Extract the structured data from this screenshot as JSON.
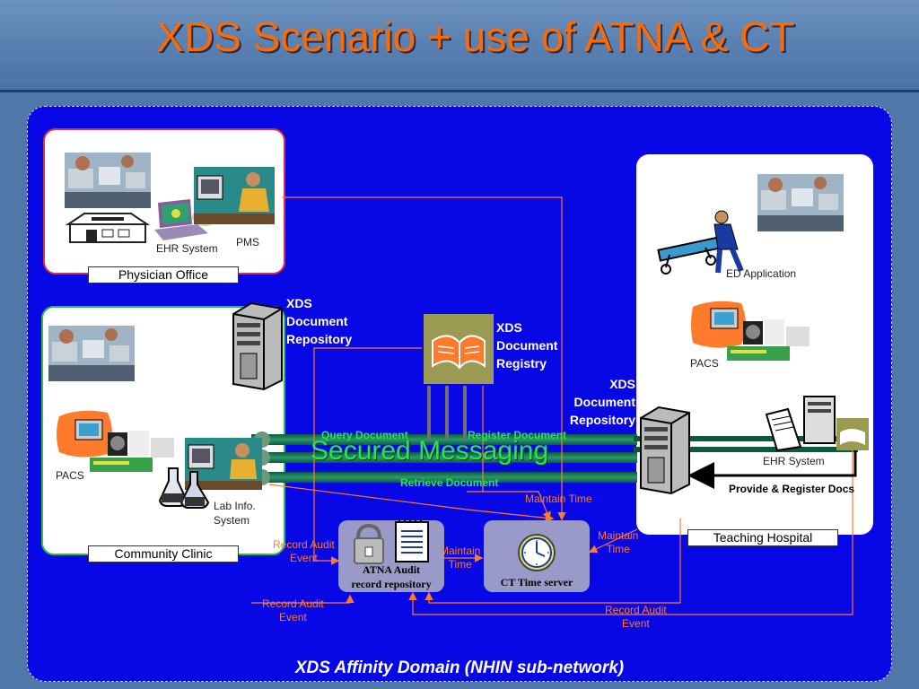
{
  "title": "XDS Scenario + use of ATNA & CT",
  "physician_office": {
    "label": "Physician Office",
    "ehr_label": "EHR System",
    "pms_label": "PMS"
  },
  "community_clinic": {
    "label": "Community Clinic",
    "pacs_label": "PACS",
    "lab_label_1": "Lab Info.",
    "lab_label_2": "System"
  },
  "teaching_hospital": {
    "label": "Teaching Hospital",
    "ed_label": "ED Application",
    "pacs_label": "PACS",
    "ehr_label": "EHR System"
  },
  "repository_left": {
    "line1": "XDS",
    "line2": "Document",
    "line3": "Repository"
  },
  "registry": {
    "line1": "XDS",
    "line2": "Document",
    "line3": "Registry"
  },
  "repository_right": {
    "line1": "XDS",
    "line2": "Document",
    "line3": "Repository"
  },
  "messaging": {
    "secured": "Secured Messaging",
    "query": "Query Document",
    "register": "Register Document",
    "retrieve": "Retrieve Document"
  },
  "provide_register": "Provide & Register Docs",
  "atna": {
    "line1": "ATNA Audit",
    "line2": "record repository"
  },
  "ct": {
    "label": "CT Time server"
  },
  "flows": {
    "maintain_time_top": "Maintain Time",
    "maintain_time_left_1": "Maintain",
    "maintain_time_left_2": "Time",
    "maintain_time_right_1": "Maintain",
    "maintain_time_right_2": "Time",
    "record_audit_a_1": "Record Audit",
    "record_audit_a_2": "Event",
    "record_audit_b_1": "Record Audit",
    "record_audit_b_2": "Event",
    "record_audit_c_1": "Record Audit",
    "record_audit_c_2": "Event"
  },
  "footer": "XDS Affinity Domain (NHIN sub-network)",
  "colors": {
    "domain_bg": "#0808e6",
    "accent_orange": "#ff6a00",
    "arrow_orange": "#ff7a2a",
    "message_green": "#2de05a"
  }
}
